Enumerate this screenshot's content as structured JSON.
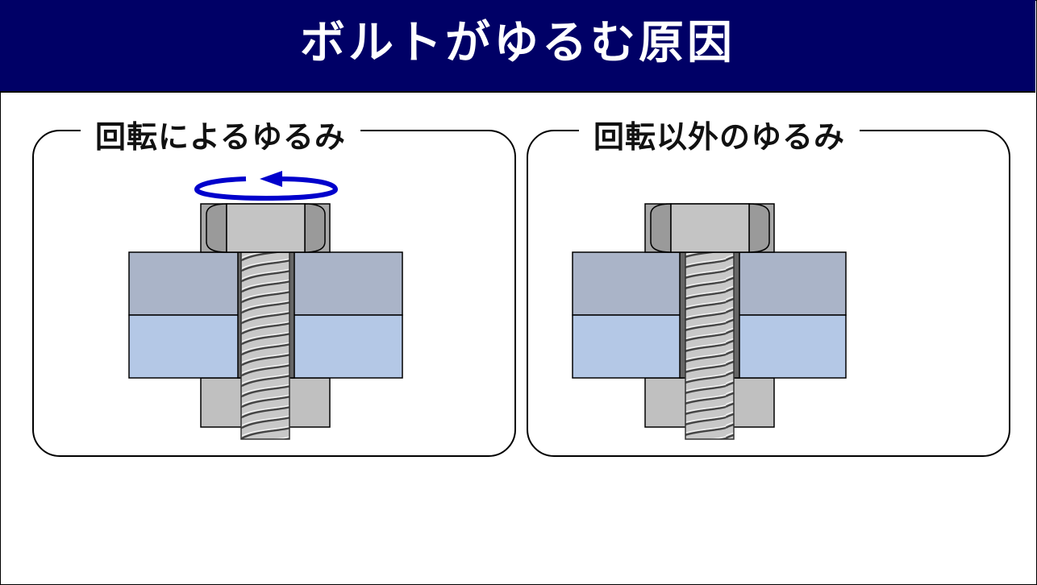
{
  "title": "ボルトがゆるむ原因",
  "panels": [
    {
      "label": "回転によるゆるみ",
      "rotation_arrow": true
    },
    {
      "label": "回転以外のゆるみ",
      "rotation_arrow": false
    }
  ],
  "colors": {
    "header_bg": "#000066",
    "upper_plate": "#aab4c8",
    "lower_plate": "#b4c8e6",
    "bolt_gray": "#c0c0c0",
    "arrow": "#0000cc"
  }
}
